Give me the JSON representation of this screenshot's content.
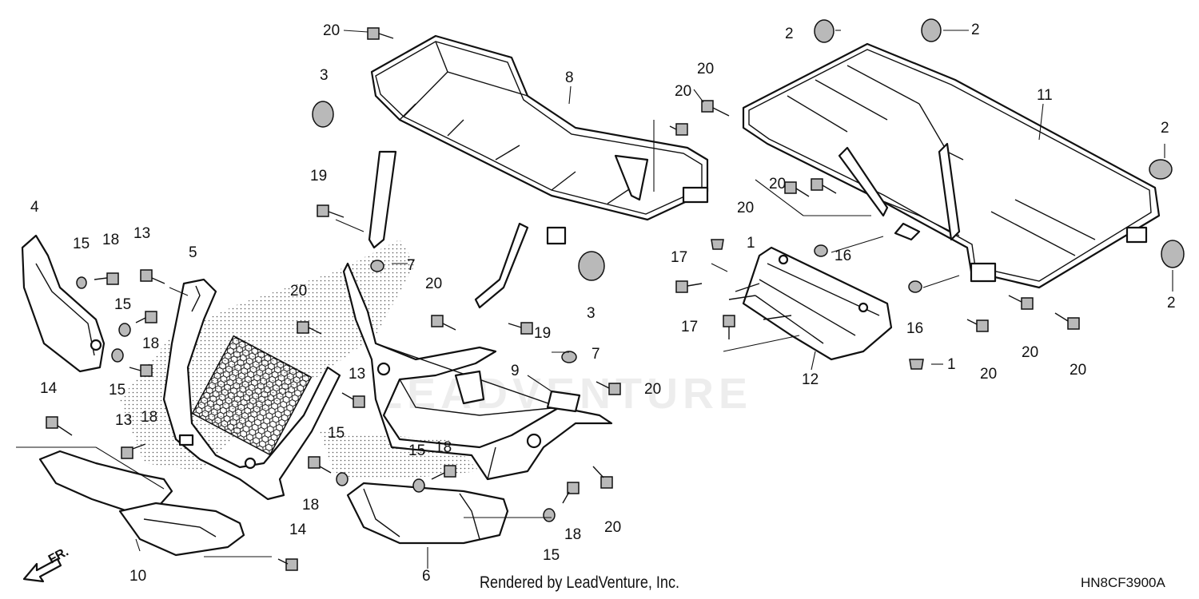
{
  "diagram": {
    "callouts": {
      "c20a": "20",
      "c3a": "3",
      "c8": "8",
      "c19a": "19",
      "c20b": "20",
      "c20c": "20",
      "c2a": "2",
      "c2b": "2",
      "c11": "11",
      "c2c": "2",
      "c2d": "2",
      "c4": "4",
      "c15a": "15",
      "c18a": "18",
      "c13a": "13",
      "c5": "5",
      "c15b": "15",
      "c18b": "18",
      "c15c": "15",
      "c18c": "18",
      "c7a": "7",
      "c20d": "20",
      "c20e": "20",
      "c19b": "19",
      "c3b": "3",
      "c20f": "20",
      "c20g": "20",
      "c1a": "1",
      "c17a": "17",
      "c16a": "16",
      "c17b": "17",
      "c16b": "16",
      "c20h": "20",
      "c20i": "20",
      "c20j": "20",
      "c12": "12",
      "c1b": "1",
      "c7b": "7",
      "c9": "9",
      "c20k": "20",
      "c13b": "13",
      "c14a": "14",
      "c13c": "13",
      "c15d": "15",
      "c15e": "15",
      "c18d": "18",
      "c18e": "18",
      "c20l": "20",
      "c14b": "14",
      "c10": "10",
      "c6": "6",
      "c15f": "15",
      "c18f": "18"
    },
    "front_arrow": "FR.",
    "credit": "Rendered by LeadVenture, Inc.",
    "diagram_code": "HN8CF3900A",
    "watermark": "LEADVENTURE"
  }
}
